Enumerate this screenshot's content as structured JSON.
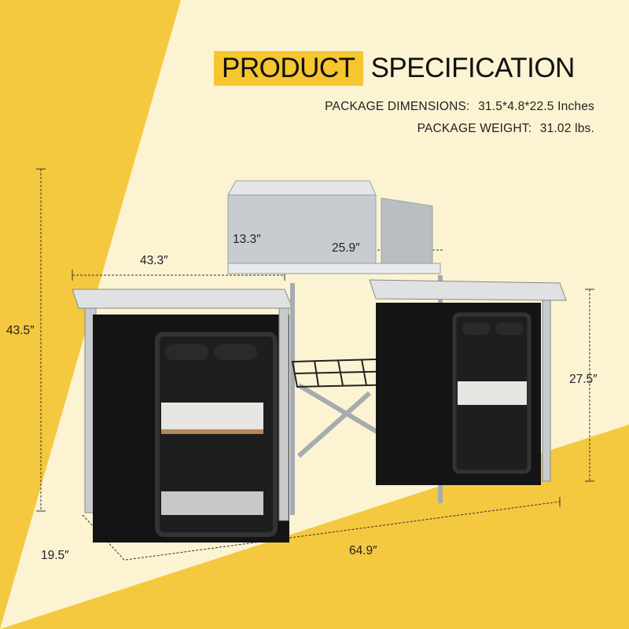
{
  "header": {
    "title_highlight": "PRODUCT",
    "title_rest": "SPECIFICATION"
  },
  "specs": [
    {
      "label": "PACKAGE DIMENSIONS:",
      "value": "31.5*4.8*22.5 Inches"
    },
    {
      "label": "PACKAGE WEIGHT:",
      "value": "31.02 lbs."
    }
  ],
  "dimensions": {
    "total_height": "43.5″",
    "left_table_width": "43.3″",
    "windscreen_side": "13.3″",
    "windscreen_width": "25.9″",
    "right_table_height": "27.5″",
    "depth": "19.5″",
    "total_width": "64.9″"
  },
  "colors": {
    "accent_yellow": "#f6c62f",
    "background_light": "#fbf3d2",
    "cabinet_black": "#141414",
    "frame_silver": "#c9cccf"
  }
}
